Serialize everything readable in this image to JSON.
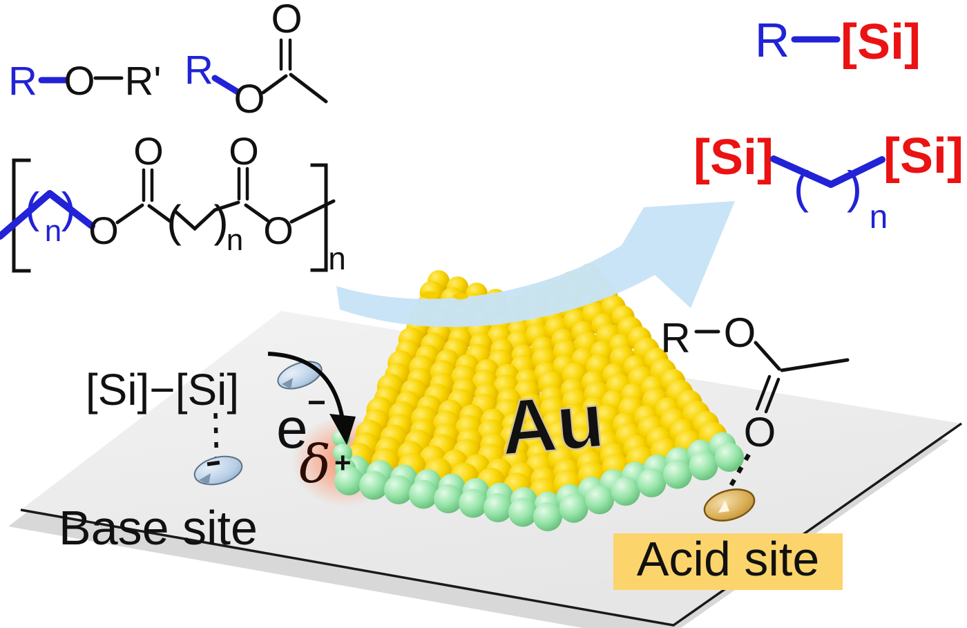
{
  "atoms": {
    "O": "O",
    "R": "R",
    "R_prime": "R'",
    "n": "n",
    "open_paren": "(",
    "close_paren": ")"
  },
  "products": {
    "si": "[Si]"
  },
  "catalyst": {
    "au": "Au",
    "si_si": "[Si]−[Si]",
    "electron": "e",
    "electron_sup": "−",
    "delta": "δ",
    "delta_sup": "+",
    "base_site": "Base site",
    "acid_site": "Acid site"
  },
  "colors": {
    "bond_blue": "#2222d6",
    "si_red": "#ea1212",
    "black": "#111111",
    "arrow_blue": "#c7e3f7",
    "gold_sphere": "#f6ce00",
    "green_sphere": "#8ce0a2",
    "acid_highlight": "#fcd46c",
    "delta_glow": "#ff6a3c",
    "platform_gray": "#ececec",
    "au_label": "#f4ebc6",
    "lobe_blue": "#b9cfe6",
    "lobe_gold": "#d8ab52"
  }
}
